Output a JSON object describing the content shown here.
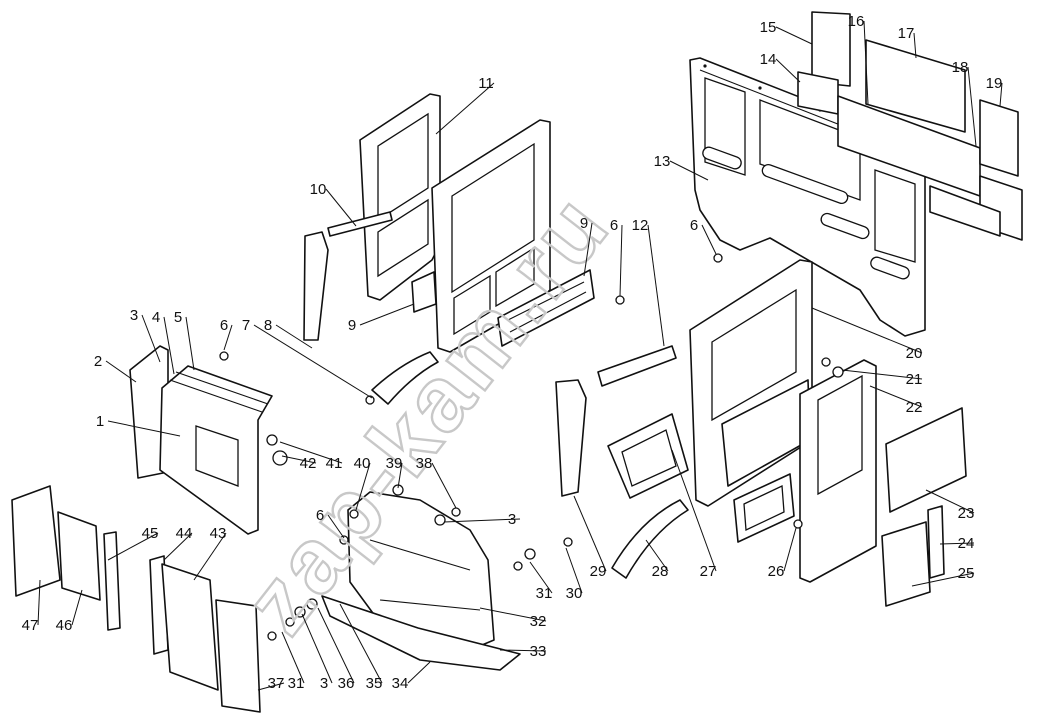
{
  "watermark": "zap-kam.ru",
  "callouts": [
    {
      "id": "1",
      "text": "1"
    },
    {
      "id": "2",
      "text": "2"
    },
    {
      "id": "3a",
      "text": "3"
    },
    {
      "id": "4",
      "text": "4"
    },
    {
      "id": "5",
      "text": "5"
    },
    {
      "id": "6a",
      "text": "6"
    },
    {
      "id": "7",
      "text": "7"
    },
    {
      "id": "8",
      "text": "8"
    },
    {
      "id": "9a",
      "text": "9"
    },
    {
      "id": "9b",
      "text": "9"
    },
    {
      "id": "10",
      "text": "10"
    },
    {
      "id": "11",
      "text": "11"
    },
    {
      "id": "6b",
      "text": "6"
    },
    {
      "id": "12",
      "text": "12"
    },
    {
      "id": "13",
      "text": "13"
    },
    {
      "id": "6c",
      "text": "6"
    },
    {
      "id": "14",
      "text": "14"
    },
    {
      "id": "15",
      "text": "15"
    },
    {
      "id": "16",
      "text": "16"
    },
    {
      "id": "17",
      "text": "17"
    },
    {
      "id": "18",
      "text": "18"
    },
    {
      "id": "19",
      "text": "19"
    },
    {
      "id": "20",
      "text": "20"
    },
    {
      "id": "21",
      "text": "21"
    },
    {
      "id": "22",
      "text": "22"
    },
    {
      "id": "23",
      "text": "23"
    },
    {
      "id": "24",
      "text": "24"
    },
    {
      "id": "25",
      "text": "25"
    },
    {
      "id": "26",
      "text": "26"
    },
    {
      "id": "27",
      "text": "27"
    },
    {
      "id": "28",
      "text": "28"
    },
    {
      "id": "29",
      "text": "29"
    },
    {
      "id": "30",
      "text": "30"
    },
    {
      "id": "31a",
      "text": "31"
    },
    {
      "id": "3b",
      "text": "3"
    },
    {
      "id": "32",
      "text": "32"
    },
    {
      "id": "33",
      "text": "33"
    },
    {
      "id": "34",
      "text": "34"
    },
    {
      "id": "35",
      "text": "35"
    },
    {
      "id": "36",
      "text": "36"
    },
    {
      "id": "3c",
      "text": "3"
    },
    {
      "id": "31b",
      "text": "31"
    },
    {
      "id": "37",
      "text": "37"
    },
    {
      "id": "38",
      "text": "38"
    },
    {
      "id": "39",
      "text": "39"
    },
    {
      "id": "40",
      "text": "40"
    },
    {
      "id": "6d",
      "text": "6"
    },
    {
      "id": "41",
      "text": "41"
    },
    {
      "id": "42",
      "text": "42"
    },
    {
      "id": "43",
      "text": "43"
    },
    {
      "id": "44",
      "text": "44"
    },
    {
      "id": "45",
      "text": "45"
    },
    {
      "id": "46",
      "text": "46"
    },
    {
      "id": "47",
      "text": "47"
    }
  ]
}
